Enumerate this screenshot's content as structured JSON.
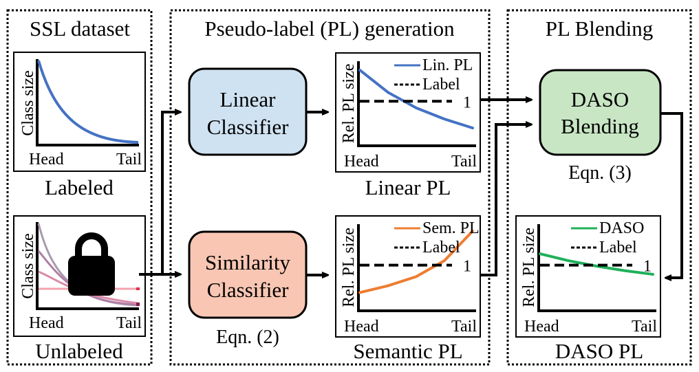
{
  "sections": {
    "ssl": {
      "title": "SSL dataset"
    },
    "plgen": {
      "title": "Pseudo-label (PL) generation"
    },
    "blend": {
      "title": "PL Blending"
    }
  },
  "ssl_plots": {
    "labeled": {
      "caption": "Labeled",
      "ylabel": "Class size",
      "xlabel_left": "Head",
      "xlabel_right": "Tail",
      "curve_color": "#4472c4"
    },
    "unlabeled": {
      "caption": "Unlabeled",
      "ylabel": "Class size",
      "xlabel_left": "Head",
      "xlabel_right": "Tail",
      "lock_icon": "lock-icon",
      "curve_colors": [
        "#a89aae",
        "#b07fa4",
        "#d98aa9",
        "#f4a3ae"
      ]
    }
  },
  "boxes": {
    "linear": {
      "line1": "Linear",
      "line2": "Classifier",
      "fill": "#cfe2f1"
    },
    "similarity": {
      "line1": "Similarity",
      "line2": "Classifier",
      "fill": "#f8c6b3",
      "eqn": "Eqn. (2)"
    },
    "daso": {
      "line1": "DASO",
      "line2": "Blending",
      "fill": "#c8e6c4",
      "eqn": "Eqn. (3)"
    }
  },
  "chart_data": [
    {
      "id": "linear-pl",
      "type": "line",
      "title": "Linear PL",
      "ylabel": "Rel. PL size",
      "xlabel_left": "Head",
      "xlabel_right": "Tail",
      "series": [
        {
          "name": "Lin. PL",
          "color": "#4472c4",
          "style": "solid",
          "x": [
            0,
            0.25,
            0.5,
            0.75,
            1
          ],
          "values": [
            1.7,
            1.2,
            0.85,
            0.6,
            0.4
          ]
        },
        {
          "name": "Label",
          "color": "#000000",
          "style": "dashed",
          "x": [
            0,
            1
          ],
          "values": [
            1,
            1
          ]
        }
      ],
      "annotation": "1",
      "ylim": [
        0,
        1.9
      ]
    },
    {
      "id": "semantic-pl",
      "type": "line",
      "title": "Semantic PL",
      "ylabel": "Rel. PL size",
      "xlabel_left": "Head",
      "xlabel_right": "Tail",
      "series": [
        {
          "name": "Sem. PL",
          "color": "#ed7d31",
          "style": "solid",
          "x": [
            0,
            0.25,
            0.5,
            0.75,
            1
          ],
          "values": [
            0.4,
            0.55,
            0.75,
            1.1,
            1.75
          ]
        },
        {
          "name": "Label",
          "color": "#000000",
          "style": "dashed",
          "x": [
            0,
            1
          ],
          "values": [
            1,
            1
          ]
        }
      ],
      "annotation": "1",
      "ylim": [
        0,
        1.9
      ]
    },
    {
      "id": "daso-pl",
      "type": "line",
      "title": "DASO PL",
      "ylabel": "Rel. PL size",
      "xlabel_left": "Head",
      "xlabel_right": "Tail",
      "series": [
        {
          "name": "DASO",
          "color": "#1fb05a",
          "style": "solid",
          "x": [
            0,
            0.25,
            0.5,
            0.75,
            1
          ],
          "values": [
            1.25,
            1.1,
            0.98,
            0.88,
            0.8
          ]
        },
        {
          "name": "Label",
          "color": "#000000",
          "style": "dashed",
          "x": [
            0,
            1
          ],
          "values": [
            1,
            1
          ]
        }
      ],
      "annotation": "1",
      "ylim": [
        0,
        1.9
      ]
    }
  ]
}
